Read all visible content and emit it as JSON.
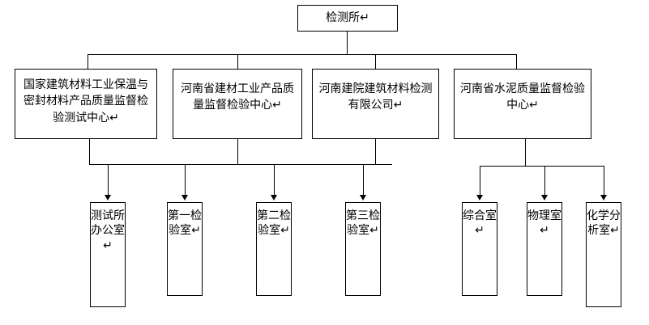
{
  "chart_data": {
    "type": "diagram",
    "subtype": "organization-tree",
    "title": "检测所组织机构图",
    "orientation": "top-down",
    "levels": 3,
    "nodes": [
      {
        "id": "root",
        "label": "检测所↵",
        "level": 1,
        "parent": null
      },
      {
        "id": "u1",
        "label": "国家建筑材料工业保温与密封材料产品质量监督检验测试中心↵",
        "level": 2,
        "parent": "root"
      },
      {
        "id": "u2",
        "label": "河南省建材工业产品质量监督检验中心↵",
        "level": 2,
        "parent": "root"
      },
      {
        "id": "u3",
        "label": "河南建院建筑材料检测有限公司↵",
        "level": 2,
        "parent": "root"
      },
      {
        "id": "u4",
        "label": "河南省水泥质量监督检验中心↵",
        "level": 2,
        "parent": "root"
      },
      {
        "id": "d1",
        "label": "测试所办公室↵",
        "level": 3,
        "parent": "left-group"
      },
      {
        "id": "d2",
        "label": "第一检验室↵",
        "level": 3,
        "parent": "left-group"
      },
      {
        "id": "d3",
        "label": "第二检验室↵",
        "level": 3,
        "parent": "left-group"
      },
      {
        "id": "d4",
        "label": "第三检验室↵",
        "level": 3,
        "parent": "left-group"
      },
      {
        "id": "d5",
        "label": "综合室↵",
        "level": 3,
        "parent": "u4"
      },
      {
        "id": "d6",
        "label": "物理室↵",
        "level": 3,
        "parent": "u4"
      },
      {
        "id": "d7",
        "label": "化学分析室↵",
        "level": 3,
        "parent": "u4"
      }
    ],
    "colors": {
      "line": "#000000",
      "box_border": "#000000",
      "box_fill": "#ffffff",
      "text": "#000000"
    }
  },
  "root": {
    "label": "检测所↵"
  },
  "units": [
    {
      "label": "国家建筑材料工业保温与密封材料产品质量监督检验测试中心↵"
    },
    {
      "label": "河南省建材工业产品质量监督检验中心↵"
    },
    {
      "label": "河南建院建筑材料检测有限公司↵"
    },
    {
      "label": "河南省水泥质量监督检验中心↵"
    }
  ],
  "departments": [
    {
      "label": "测试所办公室↵"
    },
    {
      "label": "第一检验室↵"
    },
    {
      "label": "第二检验室↵"
    },
    {
      "label": "第三检验室↵"
    },
    {
      "label": "综合室↵"
    },
    {
      "label": "物理室↵"
    },
    {
      "label": "化学分析室↵"
    }
  ]
}
